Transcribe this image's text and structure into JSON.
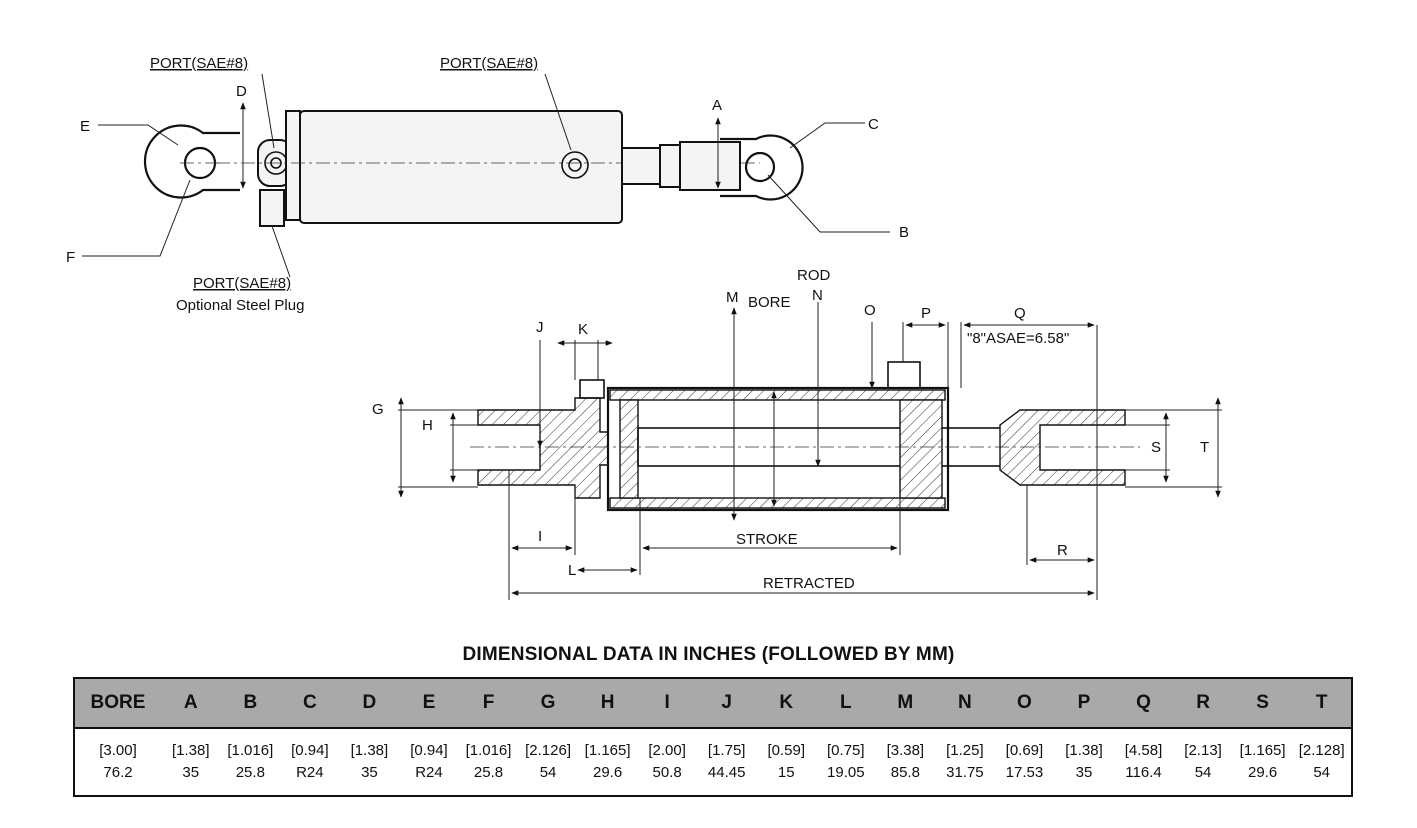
{
  "drawing": {
    "top_view": {
      "port_top_left": "PORT(SAE#8)",
      "port_top_center": "PORT(SAE#8)",
      "port_bottom": "PORT(SAE#8)",
      "plug_note": "Optional Steel Plug",
      "labels": {
        "A": "A",
        "B": "B",
        "C": "C",
        "D": "D",
        "E": "E",
        "F": "F"
      }
    },
    "section_view": {
      "labels": {
        "G": "G",
        "H": "H",
        "I": "I",
        "J": "J",
        "K": "K",
        "L": "L",
        "M": "M",
        "N": "N",
        "O": "O",
        "P": "P",
        "Q": "Q",
        "R": "R",
        "S": "S",
        "T": "T"
      },
      "bore": "BORE",
      "rod": "ROD",
      "q_note": "\"8\"ASAE=6.58\"",
      "stroke": "STROKE",
      "retracted": "RETRACTED"
    }
  },
  "table": {
    "title": "DIMENSIONAL DATA IN INCHES (FOLLOWED BY MM)",
    "headers": [
      "BORE",
      "A",
      "B",
      "C",
      "D",
      "E",
      "F",
      "G",
      "H",
      "I",
      "J",
      "K",
      "L",
      "M",
      "N",
      "O",
      "P",
      "Q",
      "R",
      "S",
      "T"
    ],
    "inches": [
      "[3.00]",
      "[1.38]",
      "[1.016]",
      "[0.94]",
      "[1.38]",
      "[0.94]",
      "[1.016]",
      "[2.126]",
      "[1.165]",
      "[2.00]",
      "[1.75]",
      "[0.59]",
      "[0.75]",
      "[3.38]",
      "[1.25]",
      "[0.69]",
      "[1.38]",
      "[4.58]",
      "[2.13]",
      "[1.165]",
      "[2.128]"
    ],
    "mm": [
      "76.2",
      "35",
      "25.8",
      "R24",
      "35",
      "R24",
      "25.8",
      "54",
      "29.6",
      "50.8",
      "44.45",
      "15",
      "19.05",
      "85.8",
      "31.75",
      "17.53",
      "35",
      "116.4",
      "54",
      "29.6",
      "54"
    ]
  }
}
